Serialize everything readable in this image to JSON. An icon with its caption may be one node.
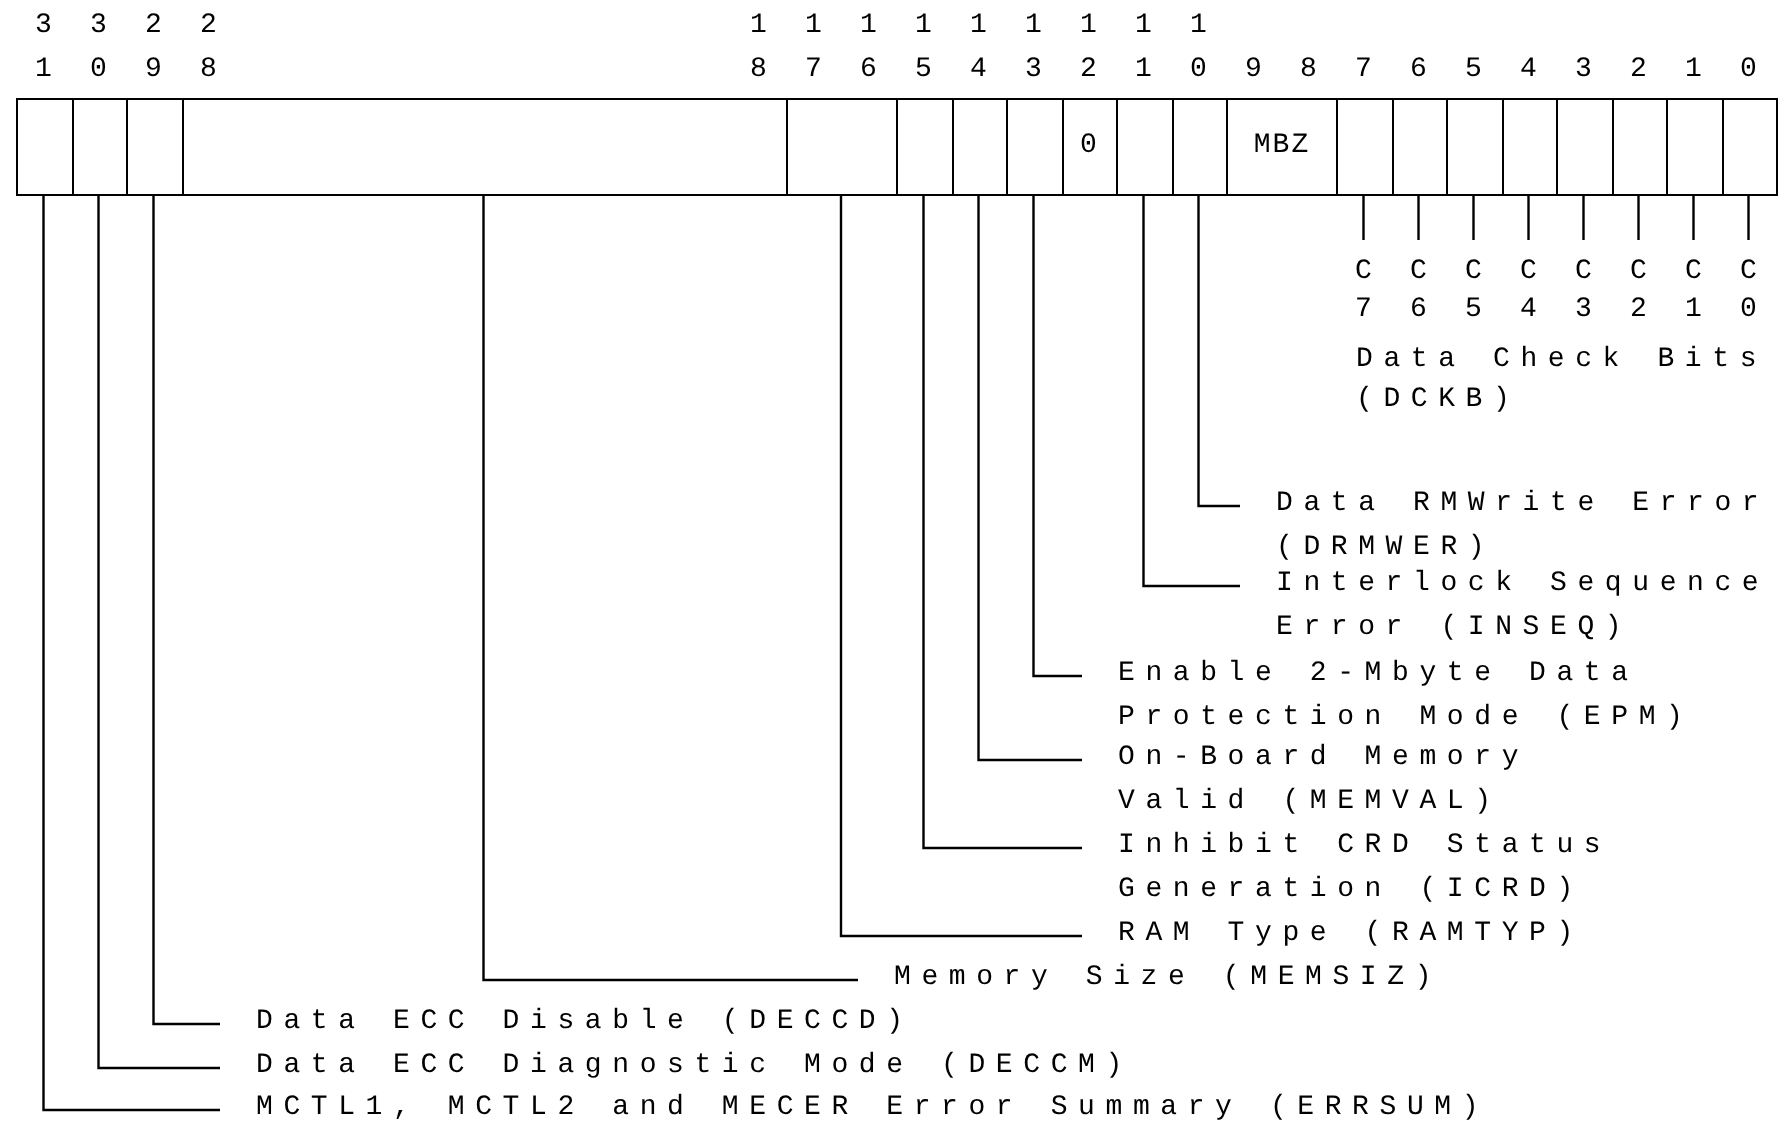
{
  "diagram": {
    "nodes": [
      {
        "text": [],
        "shape": "box"
      },
      {
        "text": [],
        "shape": "box"
      },
      {
        "text": [],
        "shape": "box"
      },
      {
        "text": [],
        "shape": "box"
      },
      {
        "text": [],
        "shape": "box"
      },
      {
        "text": [],
        "shape": "box"
      },
      {
        "text": [],
        "shape": "box"
      },
      {
        "text": [],
        "shape": "box"
      },
      {
        "text": [
          "0"
        ]
      },
      {
        "text": [],
        "shape": "box"
      },
      {
        "text": [],
        "shape": "box"
      },
      {
        "text": [
          "MBZ"
        ]
      },
      {
        "text": [],
        "shape": "box"
      },
      {
        "text": [],
        "shape": "box"
      },
      {
        "text": [],
        "shape": "box"
      },
      {
        "text": [],
        "shape": "box"
      },
      {
        "text": [],
        "shape": "box"
      },
      {
        "text": [],
        "shape": "box"
      },
      {
        "text": [],
        "shape": "box"
      },
      {
        "text": [],
        "shape": "box"
      },
      {
        "text": [
          "C 7"
        ]
      },
      {
        "text": [
          "C 6"
        ]
      },
      {
        "text": [
          "C 5"
        ]
      },
      {
        "text": [
          "C 4"
        ]
      },
      {
        "text": [
          "C 3"
        ]
      },
      {
        "text": [
          "C 2"
        ]
      },
      {
        "text": [
          "C 1"
        ]
      },
      {
        "text": [
          "C 0"
        ]
      },
      {
        "text": [
          "Data RMWrite Error (DRMWER)"
        ]
      },
      {
        "text": [
          "Interlock Sequence Error (INSEQ)"
        ]
      },
      {
        "text": [
          "Enable 2-Mbyte Data Protection Mode (EPM)"
        ]
      },
      {
        "text": [
          "On-Board Memory Valid (MEMVAL)"
        ]
      },
      {
        "text": [
          "Inhibit CRD Status Generation (ICRD)"
        ]
      },
      {
        "text": [
          "RAM Type (RAMTYP)"
        ]
      },
      {
        "text": [
          "Memory Size (MEMSIZ)"
        ]
      },
      {
        "text": [
          "Data ECC Disable (DECCD)"
        ]
      },
      {
        "text": [
          "Data ECC Diagnostic Mode (DECCM)"
        ]
      },
      {
        "text": [
          "MCTL1, MCTL2 and MECER Error Summary (ERRSUM)"
        ]
      }
    ],
    "edges": [
      {
        "from": 12,
        "to": 20,
        "arrow": "none"
      },
      {
        "from": 13,
        "to": 21,
        "arrow": "none"
      },
      {
        "from": 14,
        "to": 22,
        "arrow": "none"
      },
      {
        "from": 15,
        "to": 23,
        "arrow": "none"
      },
      {
        "from": 16,
        "to": 24,
        "arrow": "none"
      },
      {
        "from": 17,
        "to": 25,
        "arrow": "none"
      },
      {
        "from": 18,
        "to": 26,
        "arrow": "none"
      },
      {
        "from": 19,
        "to": 27,
        "arrow": "none"
      },
      {
        "from": 28,
        "to": 10,
        "arrow": "none"
      },
      {
        "from": 29,
        "to": 9,
        "arrow": "none"
      },
      {
        "from": 30,
        "to": 7,
        "arrow": "none"
      },
      {
        "from": 31,
        "to": 6,
        "arrow": "none"
      },
      {
        "from": 32,
        "to": 5,
        "arrow": "none"
      },
      {
        "from": 33,
        "to": 4,
        "arrow": "none"
      },
      {
        "from": 34,
        "to": 3,
        "arrow": "none"
      },
      {
        "from": 35,
        "to": 2,
        "arrow": "none"
      },
      {
        "from": 36,
        "to": 1,
        "arrow": "none"
      },
      {
        "from": 37,
        "to": 0,
        "arrow": "none"
      }
    ],
    "labels": [
      "31",
      "30",
      "29",
      "28",
      "18",
      "17",
      "16",
      "15",
      "14",
      "13",
      "12",
      "11",
      "10",
      "9",
      "8",
      "7",
      "6",
      "5",
      "4",
      "3",
      "2",
      "1",
      "0",
      "Data Check Bits (DCKB)"
    ]
  }
}
